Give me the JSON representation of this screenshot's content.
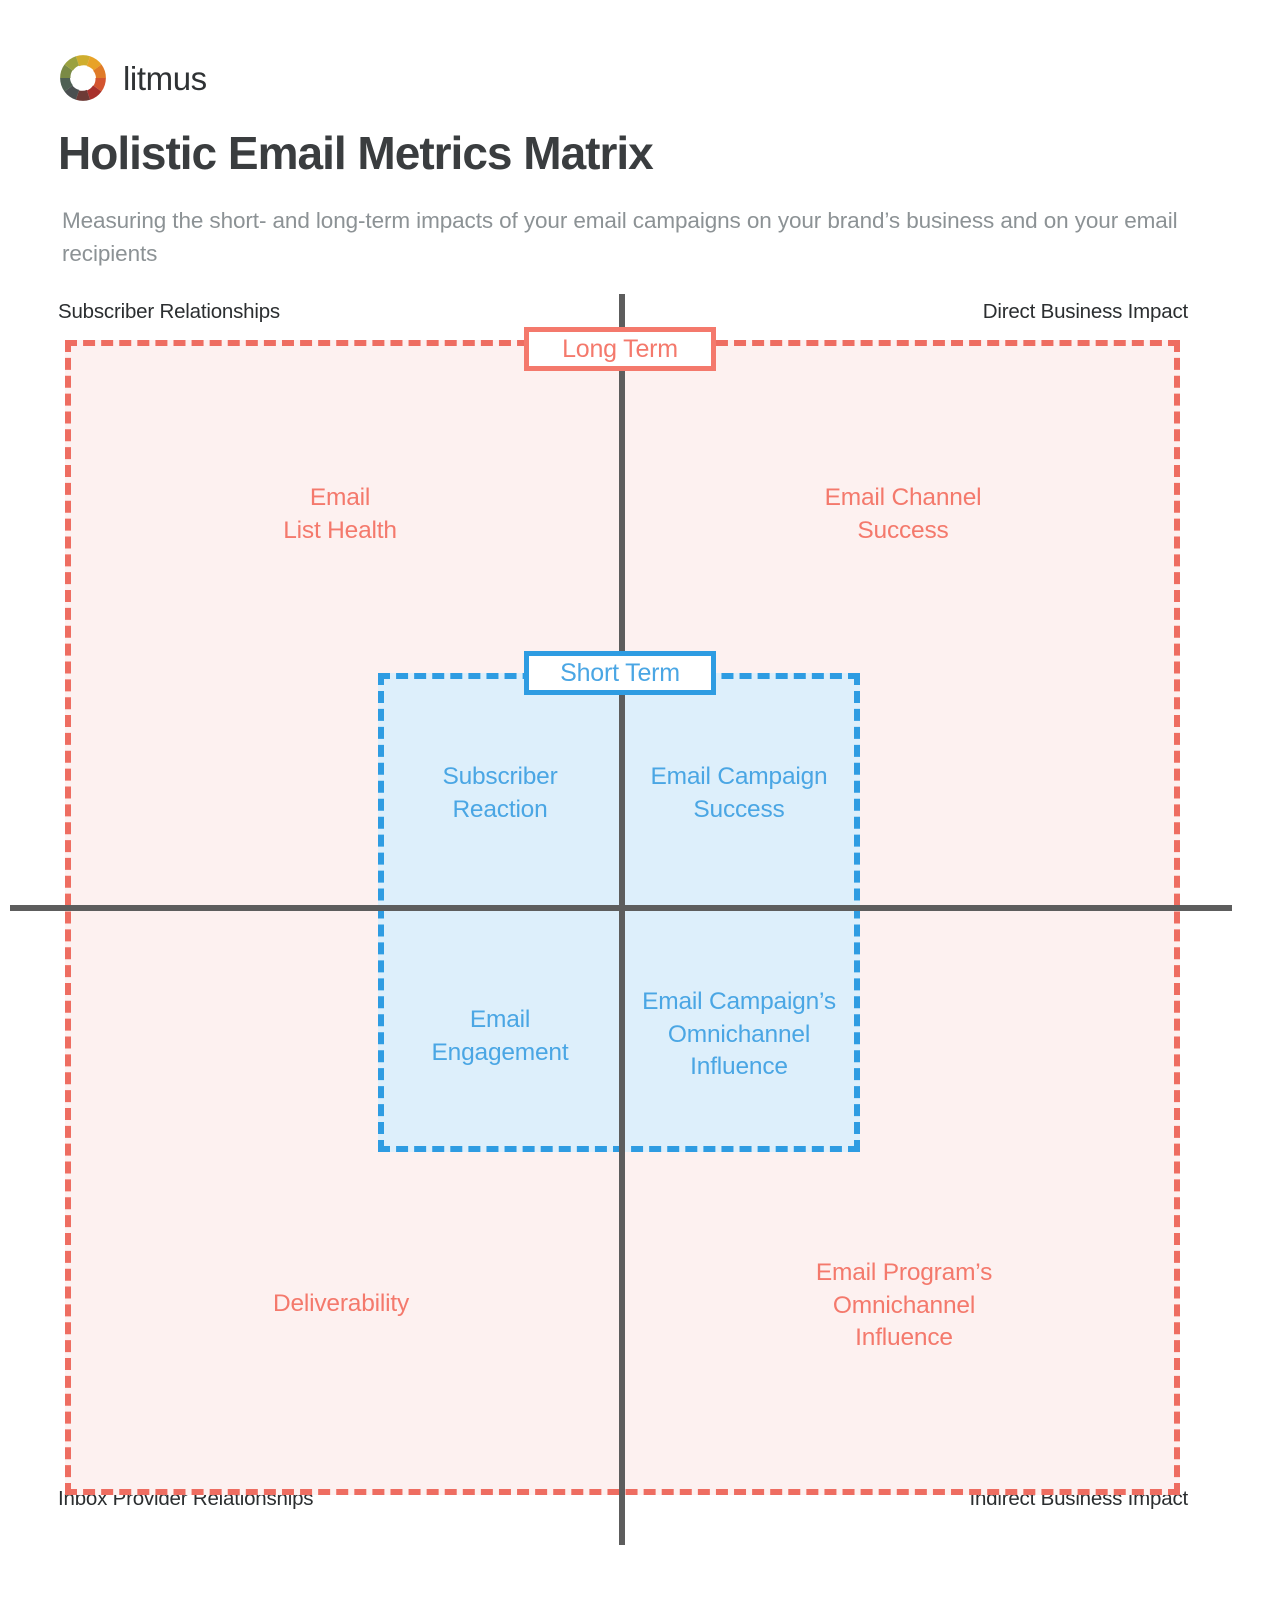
{
  "brand": {
    "logo_icon": "litmus-pinwheel-icon",
    "wordmark": "litmus",
    "logo_segment_colors": [
      "#9aa13f",
      "#cfae2e",
      "#e8a227",
      "#e07b28",
      "#d3542f",
      "#a8302c",
      "#6d3a36",
      "#4a4f50",
      "#4e6054",
      "#7a8a45"
    ]
  },
  "header": {
    "title": "Holistic Email Metrics Matrix",
    "subtitle": "Measuring the short- and long-term impacts of your email campaigns\non your brand’s business and on your email recipients"
  },
  "axes": {
    "top_left": "Subscriber Relationships",
    "top_right": "Direct Business Impact",
    "bottom_left": "Inbox Provider Relationships",
    "bottom_right": "Indirect Business Impact"
  },
  "regions": {
    "long_term": {
      "label": "Long Term",
      "color": "#f4796c",
      "fill": "#fdf1f0",
      "border_style": "dashed"
    },
    "short_term": {
      "label": "Short Term",
      "color": "#2e9ce2",
      "fill": "#ddeffb",
      "border_style": "dashed"
    }
  },
  "quadrants": {
    "long_term_upper_left": "Email\nList Health",
    "long_term_upper_right": "Email Channel\nSuccess",
    "short_term_upper_left": "Subscriber\nReaction",
    "short_term_upper_right": "Email Campaign\nSuccess",
    "short_term_lower_left": "Email\nEngagement",
    "short_term_lower_right": "Email Campaign’s\nOmnichannel\nInfluence",
    "long_term_lower_left": "Deliverability",
    "long_term_lower_right": "Email Program’s\nOmnichannel\nInfluence"
  },
  "colors": {
    "axis_line": "#5d5d5d",
    "title": "#3a3d3f",
    "subtitle": "#8c9295",
    "caption": "#2b2e30",
    "page_background": "#ffffff"
  }
}
